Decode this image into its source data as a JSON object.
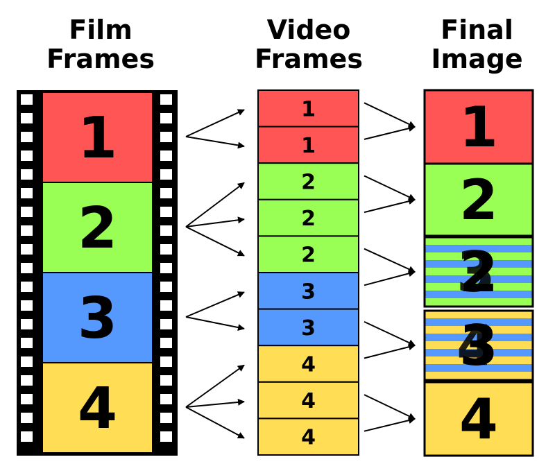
{
  "headers": {
    "film": [
      "Film",
      "Frames"
    ],
    "video": [
      "Video",
      "Frames"
    ],
    "final": [
      "Final",
      "Image"
    ]
  },
  "colors": {
    "red": "#ff5555",
    "green": "#99ff55",
    "blue": "#5599ff",
    "yellow": "#ffdd55",
    "film_strip": "#000000",
    "sprocket_hole": "#ffffff"
  },
  "film_frames": [
    {
      "label": "1",
      "color": "red"
    },
    {
      "label": "2",
      "color": "green"
    },
    {
      "label": "3",
      "color": "blue"
    },
    {
      "label": "4",
      "color": "yellow"
    }
  ],
  "video_frames": [
    {
      "label": "1",
      "color": "red"
    },
    {
      "label": "1",
      "color": "red"
    },
    {
      "label": "2",
      "color": "green"
    },
    {
      "label": "2",
      "color": "green"
    },
    {
      "label": "2",
      "color": "green"
    },
    {
      "label": "3",
      "color": "blue"
    },
    {
      "label": "3",
      "color": "blue"
    },
    {
      "label": "4",
      "color": "yellow"
    },
    {
      "label": "4",
      "color": "yellow"
    },
    {
      "label": "4",
      "color": "yellow"
    }
  ],
  "final_frames": [
    {
      "labels": [
        "1"
      ],
      "colors": [
        "red"
      ],
      "interlaced": false
    },
    {
      "labels": [
        "2"
      ],
      "colors": [
        "green"
      ],
      "interlaced": false
    },
    {
      "labels": [
        "2",
        "3"
      ],
      "colors": [
        "green",
        "blue"
      ],
      "interlaced": true
    },
    {
      "labels": [
        "3",
        "4"
      ],
      "colors": [
        "yellow",
        "blue"
      ],
      "interlaced": true
    },
    {
      "labels": [
        "4"
      ],
      "colors": [
        "yellow"
      ],
      "interlaced": false
    }
  ],
  "film_to_video": [
    [
      0,
      0
    ],
    [
      0,
      1
    ],
    [
      1,
      2
    ],
    [
      1,
      3
    ],
    [
      1,
      4
    ],
    [
      2,
      5
    ],
    [
      2,
      6
    ],
    [
      3,
      7
    ],
    [
      3,
      8
    ],
    [
      3,
      9
    ]
  ],
  "video_to_final": [
    [
      0,
      0
    ],
    [
      1,
      0
    ],
    [
      2,
      1
    ],
    [
      3,
      1
    ],
    [
      4,
      2
    ],
    [
      5,
      2
    ],
    [
      6,
      3
    ],
    [
      7,
      3
    ],
    [
      8,
      4
    ],
    [
      9,
      4
    ]
  ]
}
